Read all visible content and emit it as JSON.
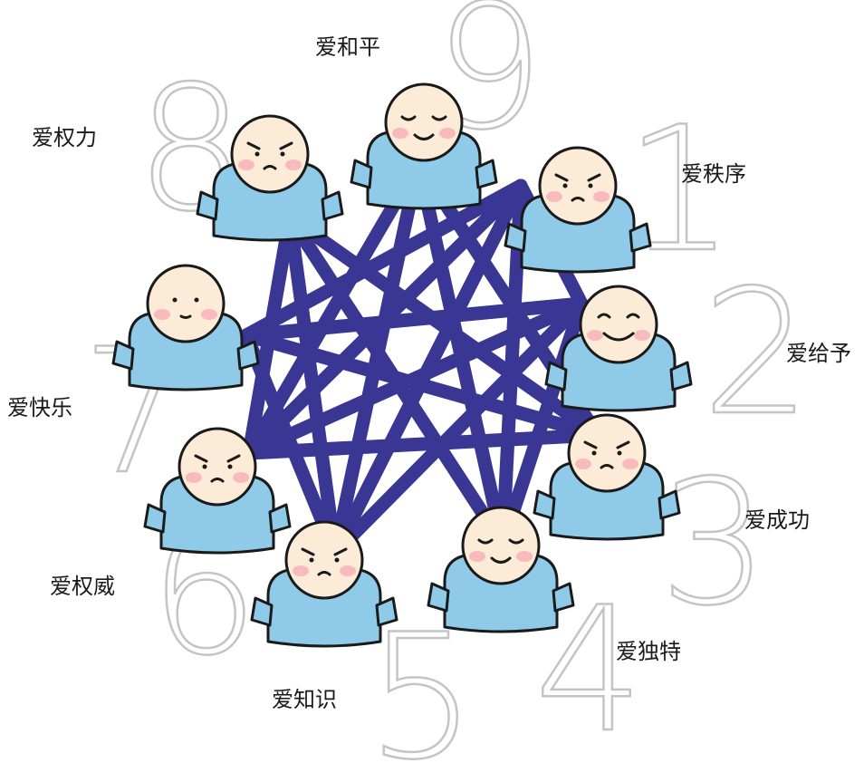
{
  "diagram": {
    "types": [
      {
        "number": "1",
        "label": "爱秩序",
        "face": "frown"
      },
      {
        "number": "2",
        "label": "爱给予",
        "face": "smile"
      },
      {
        "number": "3",
        "label": "爱成功",
        "face": "frown"
      },
      {
        "number": "4",
        "label": "爱独特",
        "face": "sleepy"
      },
      {
        "number": "5",
        "label": "爱知识",
        "face": "frown"
      },
      {
        "number": "6",
        "label": "爱权威",
        "face": "frown"
      },
      {
        "number": "7",
        "label": "爱快乐",
        "face": "neutral"
      },
      {
        "number": "8",
        "label": "爱权力",
        "face": "frown"
      },
      {
        "number": "9",
        "label": "爱和平",
        "face": "sleepy"
      }
    ],
    "connections": [
      [
        1,
        2
      ],
      [
        2,
        4
      ],
      [
        4,
        8
      ],
      [
        8,
        5
      ],
      [
        5,
        7
      ],
      [
        7,
        1
      ],
      [
        3,
        6
      ],
      [
        6,
        9
      ],
      [
        9,
        3
      ],
      [
        1,
        4
      ],
      [
        2,
        5
      ],
      [
        3,
        7
      ],
      [
        4,
        9
      ],
      [
        5,
        1
      ],
      [
        6,
        2
      ],
      [
        7,
        3
      ],
      [
        8,
        4
      ],
      [
        9,
        5
      ],
      [
        1,
        6
      ],
      [
        2,
        7
      ],
      [
        3,
        8
      ],
      [
        4,
        1
      ],
      [
        5,
        9
      ],
      [
        6,
        3
      ],
      [
        7,
        2
      ],
      [
        8,
        6
      ],
      [
        9,
        4
      ]
    ],
    "colors": {
      "line": "#3a3693",
      "figure_body": "#8fcbe8",
      "figure_skin": "#fcecd7",
      "number_outline": "#c4c4c4"
    }
  }
}
